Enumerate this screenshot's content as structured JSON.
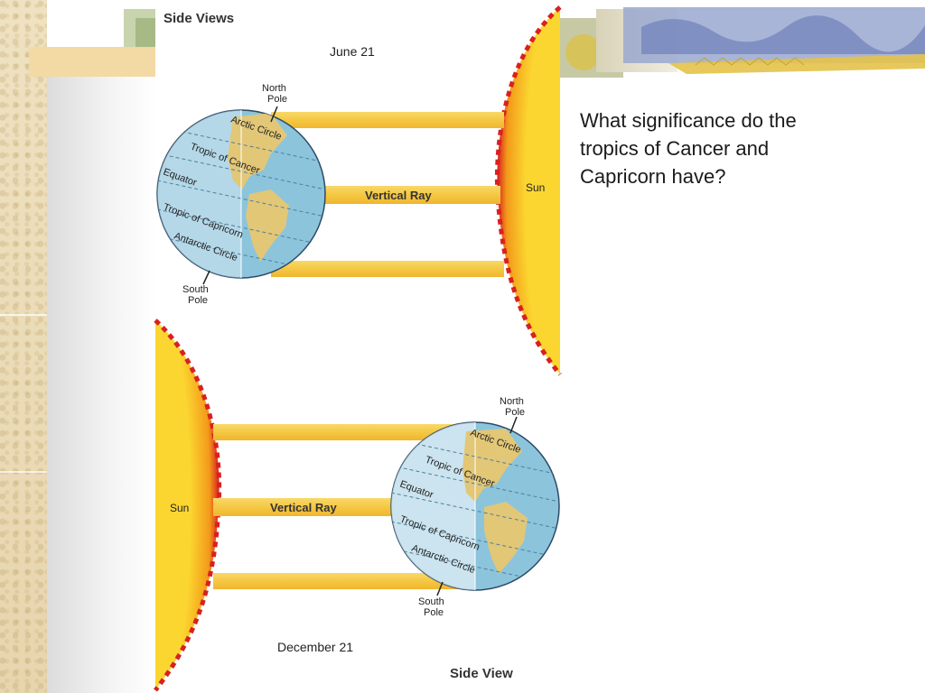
{
  "slide": {
    "question": "What significance do the\ntropics of Cancer and\nCapricorn have?"
  },
  "diagram": {
    "header": "Side Views",
    "footer": "Side View",
    "june": {
      "date": "June 21",
      "sun": "Sun",
      "ray": "Vertical Ray",
      "north_pole": [
        "North",
        "Pole"
      ],
      "south_pole": [
        "South",
        "Pole"
      ],
      "arctic_circle": "Arctic Circle",
      "tropic_of_cancer": "Tropic of Cancer",
      "equator": "Equator",
      "tropic_of_capricorn": "Tropic of Capricorn",
      "antarctic_circle": "Antarctic Circle"
    },
    "december": {
      "date": "December 21",
      "sun": "Sun",
      "ray": "Vertical Ray",
      "north_pole": [
        "North",
        "Pole"
      ],
      "south_pole": [
        "South",
        "Pole"
      ],
      "arctic_circle": "Arctic Circle",
      "tropic_of_cancer": "Tropic of Cancer",
      "equator": "Equator",
      "tropic_of_capricorn": "Tropic of Capricorn",
      "antarctic_circle": "Antarctic Circle"
    }
  },
  "colors": {
    "ocean": "#8cc4dc",
    "land": "#e2c777",
    "ray": "#f5c842",
    "sun_core": "#f7c82a",
    "sun_edge": "#d8211f"
  }
}
